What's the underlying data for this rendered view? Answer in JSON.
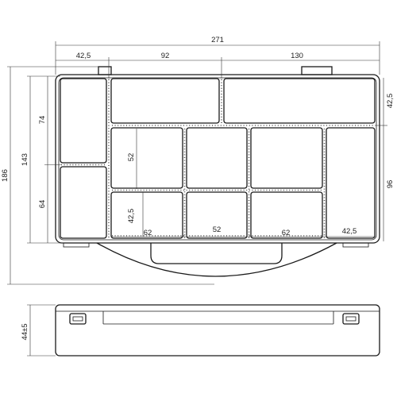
{
  "drawing": {
    "overall_width": "271",
    "overall_depth": "186",
    "height": "44±5",
    "top_segment_left": "42,5",
    "top_segment_middle": "92",
    "top_segment_right": "130",
    "left_upper_depth": "74",
    "left_inner_depth": "143",
    "left_lower_depth": "64",
    "right_upper_depth": "42,5",
    "right_lower_depth": "96",
    "inner_height_mid": "52",
    "inner_height_low": "42,5",
    "bottom_width_1": "62",
    "bottom_width_2": "52",
    "bottom_width_3": "62",
    "bottom_width_4": "42,5"
  }
}
